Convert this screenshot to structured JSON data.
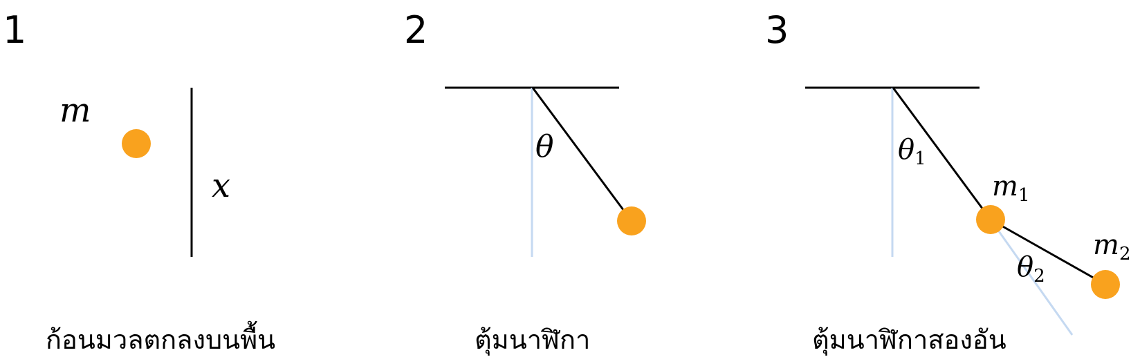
{
  "colors": {
    "mass": "#F9A21E",
    "rod": "#000000",
    "reference": "#C5D9F1",
    "ceiling": "#000000"
  },
  "panels": [
    {
      "number": "1",
      "caption": "ก้อนมวลตกลงบนพื้น",
      "mass_label": "m",
      "axis_label": "x"
    },
    {
      "number": "2",
      "caption": "ตุ้มนาฬิกา",
      "angle_label": "θ"
    },
    {
      "number": "3",
      "caption": "ตุ้มนาฬิกาสองอัน",
      "angle1_label": "θ",
      "angle1_sub": "1",
      "angle2_label": "θ",
      "angle2_sub": "2",
      "mass1_label": "m",
      "mass1_sub": "1",
      "mass2_label": "m",
      "mass2_sub": "2"
    }
  ]
}
